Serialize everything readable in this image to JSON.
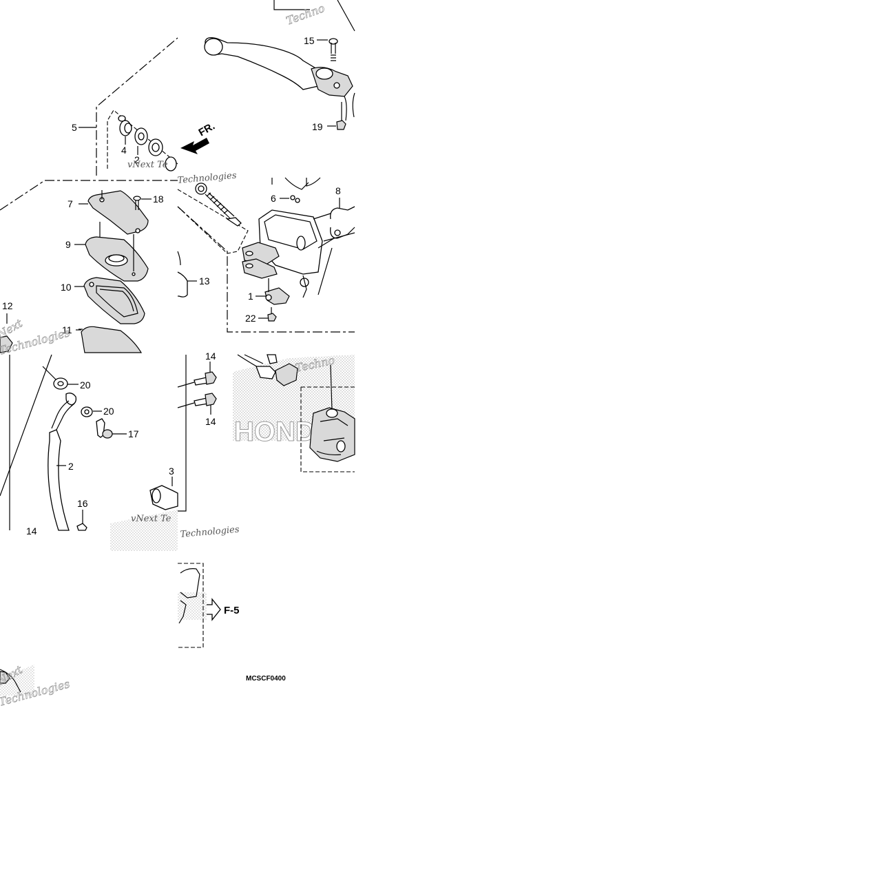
{
  "diagram": {
    "callouts": {
      "c1": "1",
      "c2a": "2",
      "c2b": "2",
      "c3": "3",
      "c4": "4",
      "c5": "5",
      "c6": "6",
      "c7": "7",
      "c8": "8",
      "c9": "9",
      "c10": "10",
      "c11": "11",
      "c12": "12",
      "c13": "13",
      "c14a": "14",
      "c14b": "14",
      "c14c": "14",
      "c15": "15",
      "c16": "16",
      "c17": "17",
      "c18": "18",
      "c19": "19",
      "c20a": "20",
      "c20b": "20",
      "c22": "22"
    },
    "direction_label": "FR.",
    "reference_label": "F-5",
    "drawing_code": "MCSCF0400",
    "watermarks": [
      "Techno",
      "vNext Te",
      "Technologies",
      "Next",
      "Technologies",
      "Techno",
      "vNext Te",
      "Technologies",
      "Next",
      "Technologies",
      "HONDA"
    ]
  }
}
